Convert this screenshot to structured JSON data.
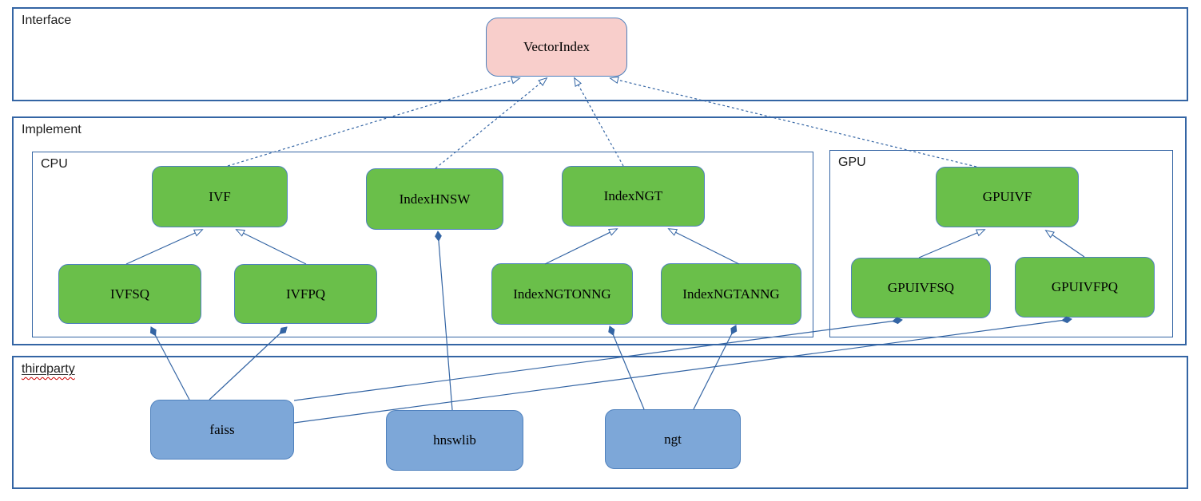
{
  "diagram": {
    "title_hint": "VectorIndex class architecture diagram",
    "containers": {
      "interface": {
        "label": "Interface"
      },
      "implement": {
        "label": "Implement"
      },
      "cpu": {
        "label": "CPU"
      },
      "gpu": {
        "label": "GPU"
      },
      "thirdparty": {
        "label": "thirdparty"
      }
    },
    "nodes": {
      "vectorindex": {
        "label": "VectorIndex",
        "kind": "interface"
      },
      "ivf": {
        "label": "IVF",
        "kind": "cpu-implementation"
      },
      "indexhnsw": {
        "label": "IndexHNSW",
        "kind": "cpu-implementation"
      },
      "indexngt": {
        "label": "IndexNGT",
        "kind": "cpu-implementation"
      },
      "ivfsq": {
        "label": "IVFSQ",
        "kind": "cpu-implementation"
      },
      "ivfpq": {
        "label": "IVFPQ",
        "kind": "cpu-implementation"
      },
      "indexngtonng": {
        "label": "IndexNGTONNG",
        "kind": "cpu-implementation"
      },
      "indexngtanng": {
        "label": "IndexNGTANNG",
        "kind": "cpu-implementation"
      },
      "gpuivf": {
        "label": "GPUIVF",
        "kind": "gpu-implementation"
      },
      "gpuivfsq": {
        "label": "GPUIVFSQ",
        "kind": "gpu-implementation"
      },
      "gpuivfpq": {
        "label": "GPUIVFPQ",
        "kind": "gpu-implementation"
      },
      "faiss": {
        "label": "faiss",
        "kind": "thirdparty-library"
      },
      "hnswlib": {
        "label": "hnswlib",
        "kind": "thirdparty-library"
      },
      "ngt": {
        "label": "ngt",
        "kind": "thirdparty-library"
      }
    },
    "edges": [
      {
        "from": "IVF",
        "to": "VectorIndex",
        "type": "realization-dashed-hollow-arrow"
      },
      {
        "from": "IndexHNSW",
        "to": "VectorIndex",
        "type": "realization-dashed-hollow-arrow"
      },
      {
        "from": "IndexNGT",
        "to": "VectorIndex",
        "type": "realization-dashed-hollow-arrow"
      },
      {
        "from": "GPUIVF",
        "to": "VectorIndex",
        "type": "realization-dashed-hollow-arrow"
      },
      {
        "from": "IVFSQ",
        "to": "IVF",
        "type": "generalization-hollow-arrow"
      },
      {
        "from": "IVFPQ",
        "to": "IVF",
        "type": "generalization-hollow-arrow"
      },
      {
        "from": "IndexNGTONNG",
        "to": "IndexNGT",
        "type": "generalization-hollow-arrow"
      },
      {
        "from": "IndexNGTANNG",
        "to": "IndexNGT",
        "type": "generalization-hollow-arrow"
      },
      {
        "from": "GPUIVFSQ",
        "to": "GPUIVF",
        "type": "generalization-hollow-arrow"
      },
      {
        "from": "GPUIVFPQ",
        "to": "GPUIVF",
        "type": "generalization-hollow-arrow"
      },
      {
        "from": "faiss",
        "to": "IVFSQ",
        "type": "composition-filled-diamond"
      },
      {
        "from": "faiss",
        "to": "IVFPQ",
        "type": "composition-filled-diamond"
      },
      {
        "from": "faiss",
        "to": "GPUIVFSQ",
        "type": "composition-filled-diamond"
      },
      {
        "from": "faiss",
        "to": "GPUIVFPQ",
        "type": "composition-filled-diamond"
      },
      {
        "from": "hnswlib",
        "to": "IndexHNSW",
        "type": "composition-filled-diamond"
      },
      {
        "from": "ngt",
        "to": "IndexNGTONNG",
        "type": "composition-filled-diamond"
      },
      {
        "from": "ngt",
        "to": "IndexNGTANNG",
        "type": "composition-filled-diamond"
      }
    ],
    "colors": {
      "line_blue": "#3465a4",
      "node_border": "#4f81bd",
      "green_fill": "#6abf4a",
      "pink_fill": "#f8cecb",
      "blue_fill": "#7da7d8",
      "spellcheck_red": "#cc0000"
    }
  }
}
